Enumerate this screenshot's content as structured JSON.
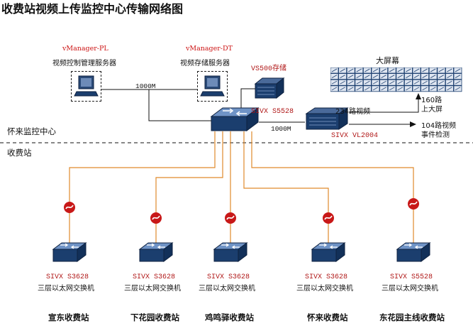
{
  "title": "收费站视频上传监控中心传输网络图",
  "servers": {
    "vm_pl": {
      "model": "vManager-PL",
      "label": "视频控制管理服务器"
    },
    "vm_dt": {
      "model": "vManager-DT",
      "label": "视频存储服务器"
    }
  },
  "storage": {
    "label": "VS500存储"
  },
  "core_switch": {
    "model": "SIVX S5528"
  },
  "decoder": {
    "model": "SIVX VL2004"
  },
  "big_screen": {
    "label": "大屏幕"
  },
  "links": {
    "server_link": "1000M",
    "core_to_decoder": "1000M",
    "video_234": "234路视频",
    "out_160": "160路",
    "out_160_sub": "上大屏",
    "out_104": "104路视频",
    "out_104_sub": "事件检测"
  },
  "zones": {
    "center": "怀来监控中心",
    "stations": "收费站"
  },
  "stations": [
    {
      "model": "SIVX S3628",
      "desc": "三层以太网交换机",
      "name": "宣东收费站"
    },
    {
      "model": "SIVX S3628",
      "desc": "三层以太网交换机",
      "name": "下花园收费站"
    },
    {
      "model": "SIVX S3628",
      "desc": "三层以太网交换机",
      "name": "鸡鸣驿收费站"
    },
    {
      "model": "SIVX S3628",
      "desc": "三层以太网交换机",
      "name": "怀来收费站"
    },
    {
      "model": "SIVX S5528",
      "desc": "三层以太网交换机",
      "name": "东花园主线收费站"
    }
  ],
  "colors": {
    "trunk": "#e08a2c",
    "line": "#111111",
    "device": "#1b3e6e",
    "model_text": "#b01818"
  }
}
